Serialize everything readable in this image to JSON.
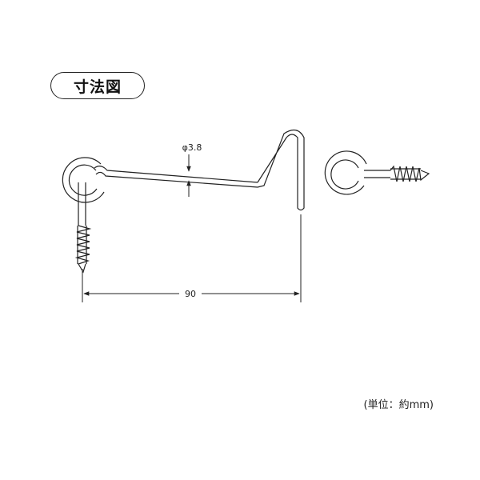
{
  "title": "寸法図",
  "dimensions": {
    "diameter_label": "φ3.8",
    "length_label": "90"
  },
  "unit_note": "(単位：約mm)",
  "colors": {
    "line": "#222222"
  }
}
